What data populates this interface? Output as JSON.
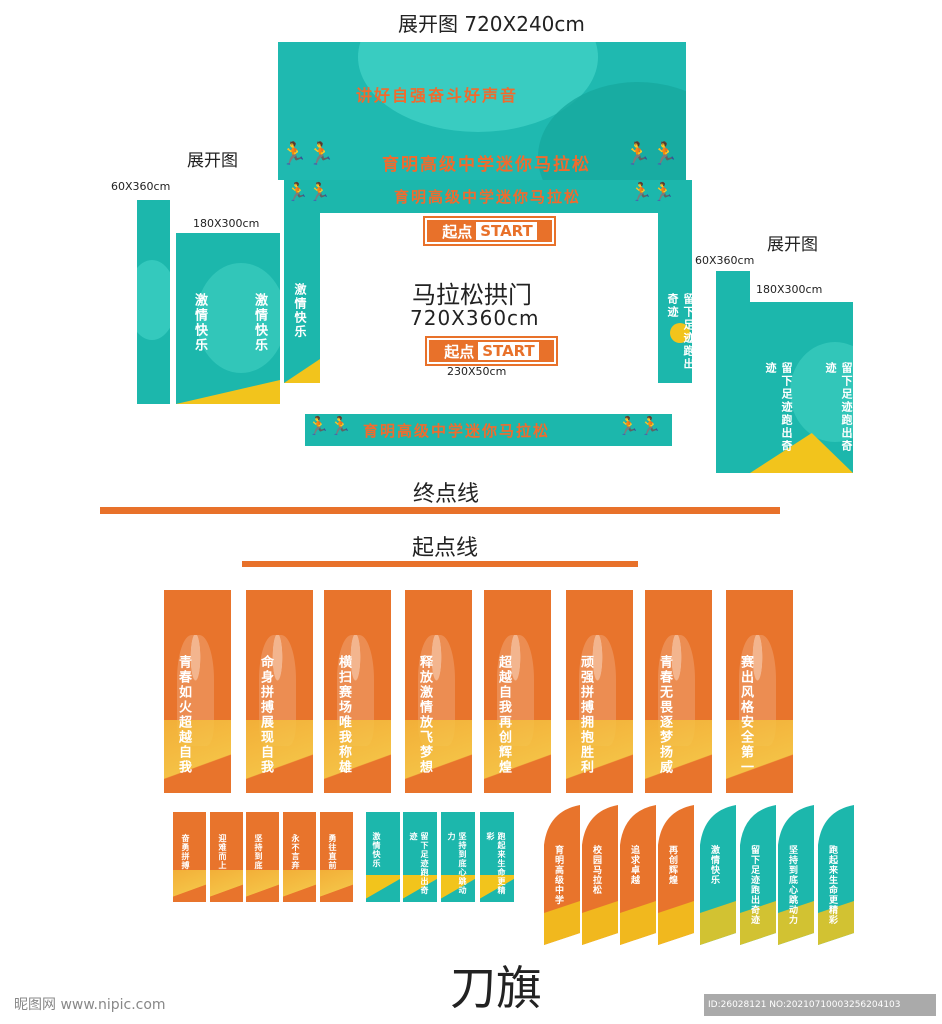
{
  "labels": {
    "expand_top": "展开图 720X240cm",
    "expand_left": "展开图",
    "expand_right": "展开图",
    "size_60_left": "60X360cm",
    "size_180_left": "180X300cm",
    "size_60_right": "60X360cm",
    "size_180_right": "180X300cm",
    "arch_title": "马拉松拱门",
    "arch_size": "720X360cm",
    "start_size": "230X50cm",
    "finish_line": "终点线",
    "start_line": "起点线",
    "flag_title": "刀旗"
  },
  "banner": {
    "top_slogan": "讲好自强奋斗好声音",
    "main_title": "育明高级中学迷你马拉松"
  },
  "start_sign": {
    "cn": "起点",
    "en": "START"
  },
  "left_panels": {
    "narrow": "激情快乐",
    "wide_a": "激情快乐",
    "wide_b": "激情快乐",
    "arch_left": "激情快乐"
  },
  "right_panels": {
    "arch_right": "留下足迹跑出奇迹",
    "wide_a": "留下足迹跑出奇迹",
    "wide_b": "留下足迹跑出奇迹"
  },
  "orange_flags": [
    {
      "text": "青春如火超越自我"
    },
    {
      "text": "命身拼搏展现自我"
    },
    {
      "text": "横扫赛场唯我称雄"
    },
    {
      "text": "释放激情放飞梦想"
    },
    {
      "text": "超越自我再创辉煌"
    },
    {
      "text": "顽强拼搏拥抱胜利"
    },
    {
      "text": "青春无畏逐梦扬威"
    },
    {
      "text": "赛出风格安全第一"
    }
  ],
  "small_orange": [
    "奋勇拼搏",
    "迎难而上",
    "坚持到底",
    "永不言弃",
    "勇往直前"
  ],
  "small_teal": [
    "激情快乐",
    "留下足迹跑出奇迹",
    "坚持到底心跳动力",
    "跑起来生命更精彩"
  ],
  "feather_orange": [
    "育明高级中学",
    "校园马拉松",
    "追求卓越",
    "再创辉煌"
  ],
  "feather_teal": [
    "激情快乐",
    "留下足迹跑出奇迹",
    "坚持到底心跳动力",
    "跑起来生命更精彩"
  ],
  "watermark": {
    "left": "昵图网 www.nipic.com",
    "right": "ID:26028121 NO:20210710003256204103"
  },
  "colors": {
    "teal": "#1cb7ac",
    "orange": "#e8712a",
    "yellow": "#f2c41c"
  }
}
